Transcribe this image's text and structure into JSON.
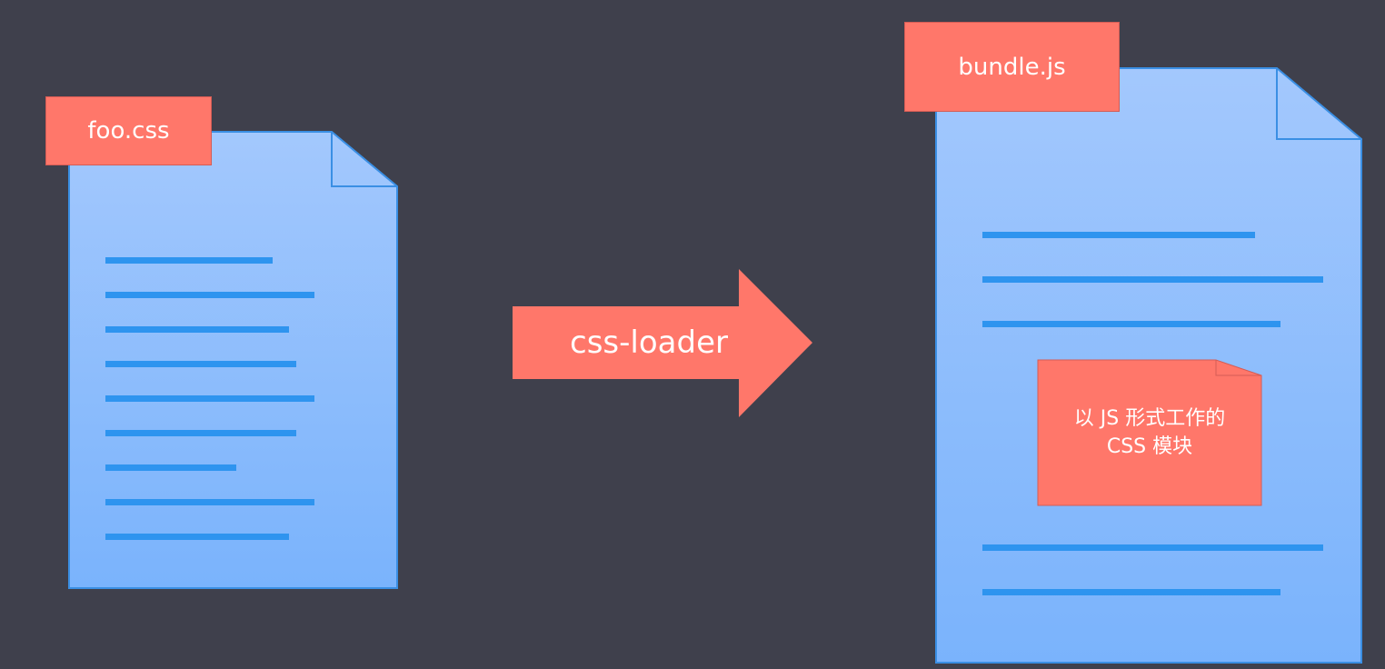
{
  "source_file": {
    "label": "foo.css",
    "line_fractions": [
      0.64,
      0.8,
      0.7,
      0.73,
      0.8,
      0.73,
      0.5,
      0.8,
      0.7
    ]
  },
  "transform": {
    "label": "css-loader"
  },
  "output_file": {
    "label": "bundle.js",
    "line_fractions_top": [
      0.8,
      1.0,
      0.875
    ],
    "line_fractions_bottom": [
      1.0,
      0.875
    ],
    "embedded_module": {
      "line1": "以 JS 形式工作的",
      "line2": "CSS 模块"
    }
  },
  "colors": {
    "background": "#3f404c",
    "accent": "#ff776a",
    "document_fill": "#9ec5fd",
    "document_stroke": "#3a8fe4",
    "text_line": "#2e94ef"
  }
}
